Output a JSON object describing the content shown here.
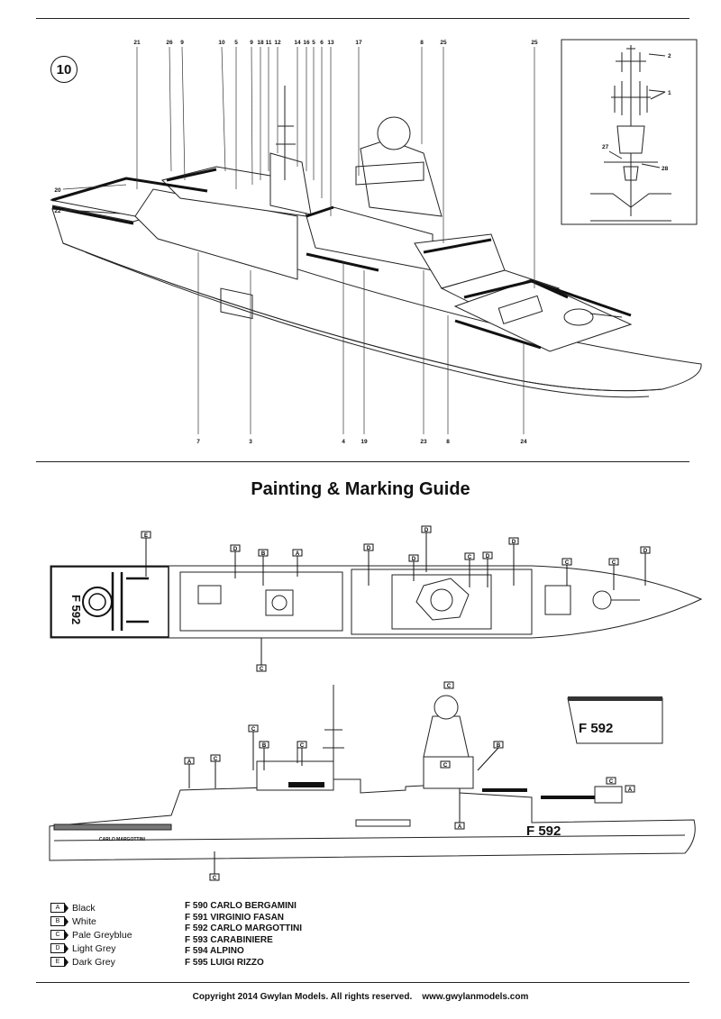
{
  "step_number": "10",
  "top_callouts": [
    "21",
    "26",
    "9",
    "10",
    "5",
    "9",
    "18",
    "11",
    "12",
    "14",
    "16",
    "5",
    "6",
    "13",
    "17",
    "8",
    "25"
  ],
  "bottom_callouts": [
    "7",
    "3",
    "4",
    "19",
    "23",
    "8",
    "24"
  ],
  "side_callouts": [
    "20",
    "22"
  ],
  "inset_callouts": [
    "2",
    "1",
    "27",
    "28"
  ],
  "guide_title": "Painting & Marking Guide",
  "hull_number": "F 592",
  "ship_name_on_hull": "CARLO MARGOTTINI",
  "legend": [
    {
      "code": "A",
      "label": "Black",
      "color": "#111111"
    },
    {
      "code": "B",
      "label": "White",
      "color": "#ffffff"
    },
    {
      "code": "C",
      "label": "Pale Greyblue",
      "color": "#b8c4cc"
    },
    {
      "code": "D",
      "label": "Light Grey",
      "color": "#c9c9c9"
    },
    {
      "code": "E",
      "label": "Dark Grey",
      "color": "#6b6b6b"
    }
  ],
  "ships": [
    "F 590 CARLO BERGAMINI",
    "F 591 VIRGINIO FASAN",
    "F 592 CARLO MARGOTTINI",
    "F 593 CARABINIERE",
    "F 594 ALPINO",
    "F 595 LUIGI RIZZO"
  ],
  "copyright": "Copyright 2014 Gwylan Models. All rights reserved.    www.gwylanmodels.com"
}
